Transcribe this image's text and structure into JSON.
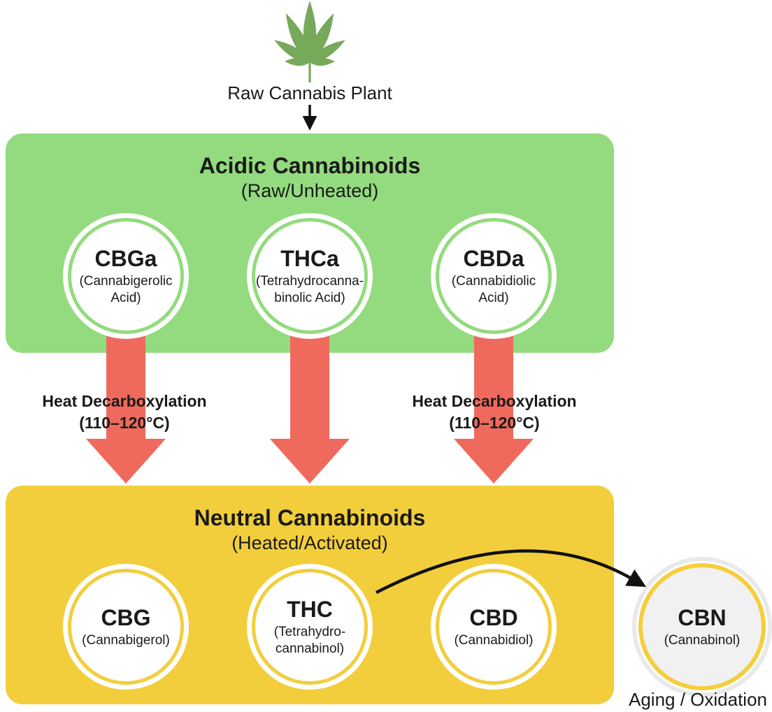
{
  "colors": {
    "box_green": "#93DB7E",
    "box_yellow": "#F2CE3C",
    "arrow_salmon": "#EF6A5C",
    "leaf_green": "#77A95B",
    "cbn_fill": "#F1F1F2",
    "cbn_ring": "#F5CE3E",
    "cbn_halo": "#E9E9EA",
    "ink": "#1a1a1a"
  },
  "top": {
    "plant_label": "Raw Cannabis Plant"
  },
  "acidic": {
    "title": "Acidic Cannabinoids",
    "subtitle": "(Raw/Unheated)",
    "nodes": [
      {
        "abbr": "CBGa",
        "name": "(Cannabigerolic\nAcid)"
      },
      {
        "abbr": "THCa",
        "name": "(Tetrahydrocanna-\nbinolic Acid)"
      },
      {
        "abbr": "CBDa",
        "name": "(Cannabidiolic\nAcid)"
      }
    ]
  },
  "process": {
    "left_label": "Heat Decarboxylation\n(110–120°C)",
    "right_label": "Heat Decarboxylation\n(110–120°C)"
  },
  "neutral": {
    "title": "Neutral Cannabinoids",
    "subtitle": "(Heated/Activated)",
    "nodes": [
      {
        "abbr": "CBG",
        "name": "(Cannabigerol)"
      },
      {
        "abbr": "THC",
        "name": "(Tetrahydro-\ncannabinol)"
      },
      {
        "abbr": "CBD",
        "name": "(Cannabidiol)"
      }
    ]
  },
  "cbn": {
    "abbr": "CBN",
    "name": "(Cannabinol)",
    "caption": "Aging / Oxidation"
  }
}
